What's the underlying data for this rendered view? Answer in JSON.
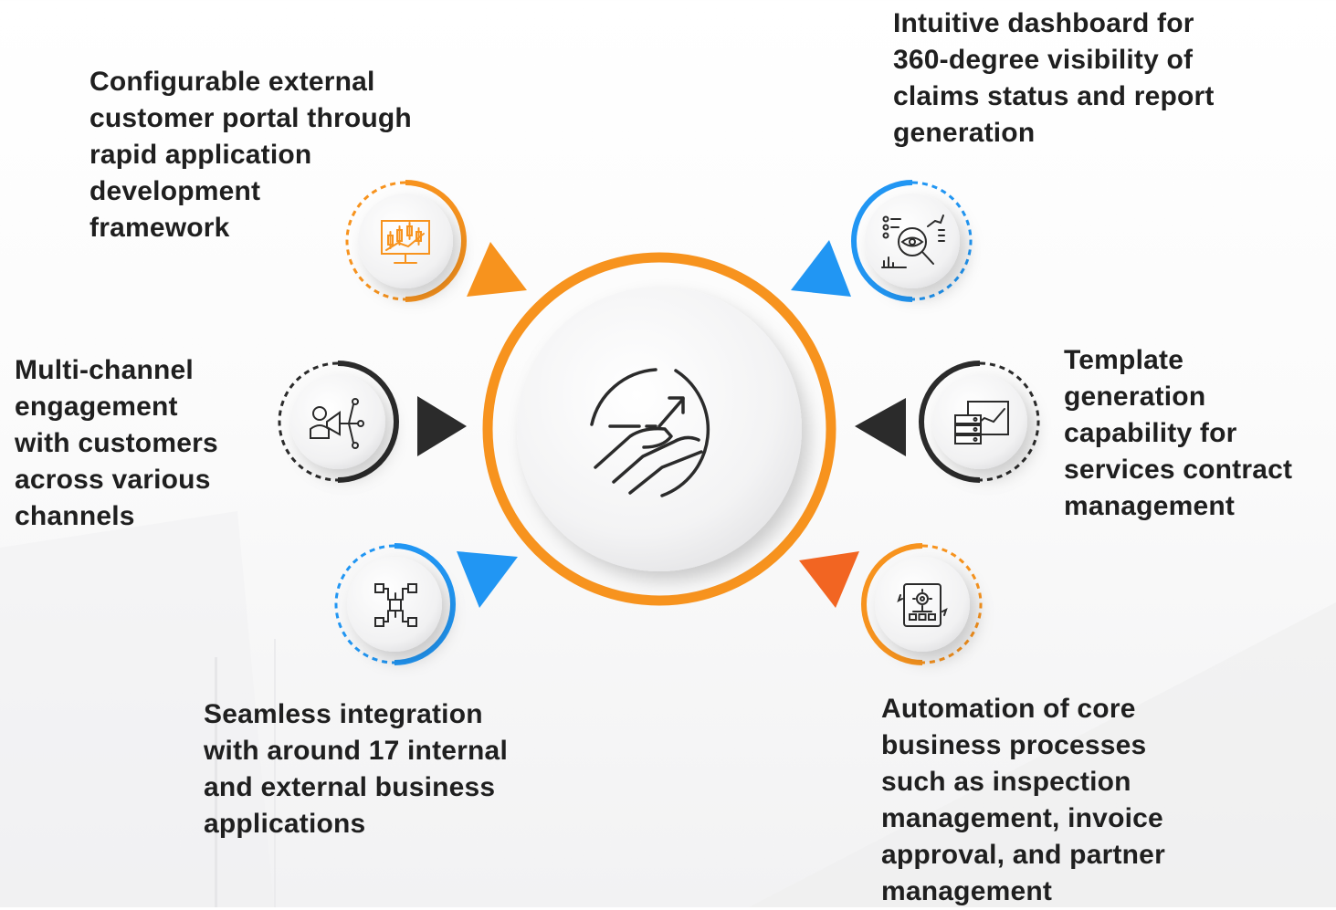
{
  "features": {
    "portal": "Configurable external\ncustomer portal through\nrapid application\ndevelopment\nframework",
    "dashboard": "Intuitive dashboard for\n360-degree visibility of\nclaims status and report\ngeneration",
    "multichannel": "Multi-channel\nengagement\nwith customers\nacross various\nchannels",
    "template": "Template\ngeneration\ncapability for\nservices contract\nmanagement",
    "integration": "Seamless integration\nwith around 17 internal\nand external business\napplications",
    "automation": "Automation of core\nbusiness processes\nsuch as inspection\nmanagement, invoice\napproval, and partner\nmanagement"
  },
  "icons": {
    "center": "hand-growth-arrow-icon",
    "portal": "monitor-candlestick-chart-icon",
    "dashboard": "analytics-eye-magnifier-icon",
    "multichannel": "person-megaphone-network-icon",
    "template": "server-document-chart-icon",
    "integration": "circuit-chip-network-icon",
    "automation": "gear-flowchart-cycle-icon"
  },
  "colors": {
    "orange": "#F7931E",
    "blue": "#2196F3",
    "dark": "#2b2b2b",
    "red_orange": "#F26522"
  }
}
